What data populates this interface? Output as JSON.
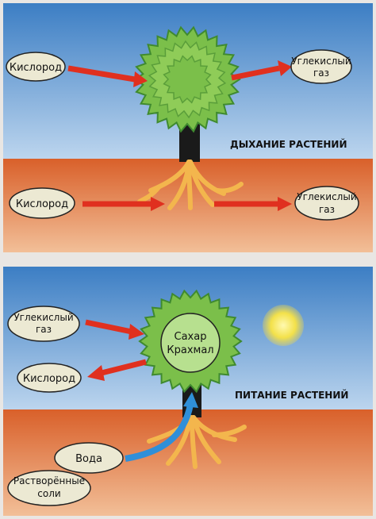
{
  "panels": [
    {
      "title": "ДЫХАНИЕ РАСТЕНИЙ",
      "air_left": "Кислород",
      "air_right": [
        "Углекислый",
        "газ"
      ],
      "soil_left": "Кислород",
      "soil_right": [
        "Углекислый",
        "газ"
      ]
    },
    {
      "title": "ПИТАНИЕ РАСТЕНИЙ",
      "in_left": [
        "Углекислый",
        "газ"
      ],
      "out_left": "Кислород",
      "crown_text": [
        "Сахар",
        "Крахмал"
      ],
      "water": "Вода",
      "salts": [
        "Растворённые",
        "соли"
      ]
    }
  ],
  "colors": {
    "sky_top": "#3f83c6",
    "sky_bottom": "#b8d2ec",
    "soil_top": "#d8622d",
    "soil_bottom": "#f0b88f",
    "crown": "#7bbf4a",
    "crown_dark": "#3f8a2f",
    "arrow_red": "#e0301f",
    "arrow_blue": "#2f8fd8",
    "sun": "#f4e24a",
    "ellipse_fill": "#ece9d3"
  }
}
